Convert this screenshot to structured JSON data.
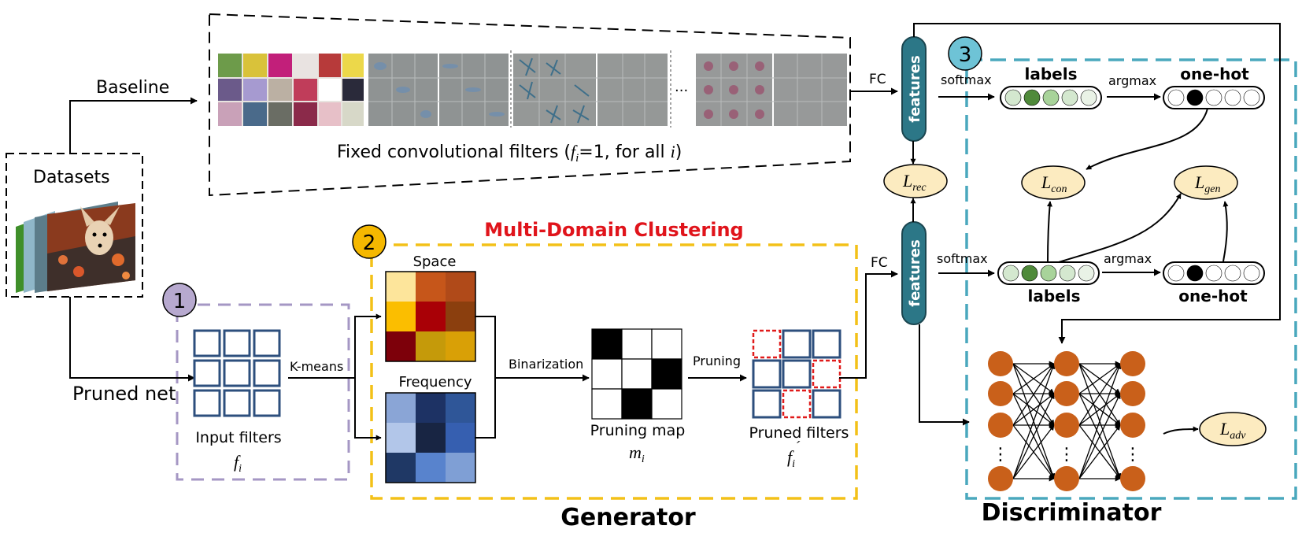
{
  "colors": {
    "purple_box": "#a597c4",
    "yellow_box": "#f3c118",
    "teal_box": "#4aa8bd",
    "badge_purple": "#b7a9cf",
    "badge_yellow": "#f5b800",
    "badge_teal": "#6ec3d6",
    "features_fill": "#2c7787",
    "loss_fill": "#fcebc0",
    "node_fill": "#c9601a",
    "title_red": "#e0141b",
    "filter_blue": "#2d4f7d",
    "pruned_red": "#e01b1b"
  },
  "icons": {
    "dataset_image": "dataset-photo-stack-icon",
    "baseline_filters": "filter-visualization-grid-icon"
  },
  "datasets": {
    "label": "Datasets"
  },
  "baseline": {
    "label": "Baseline"
  },
  "pruned_net": {
    "label": "Pruned net"
  },
  "fixed_filters": {
    "caption_pre": "Fixed convolutional filters (",
    "f": "f",
    "sub": "i",
    "eq": "=1, for all ",
    "i": "i",
    "caption_post": ")",
    "ellipsis": "···"
  },
  "badges": {
    "one": "1",
    "two": "2",
    "three": "3"
  },
  "multi_domain": {
    "title": "Multi-Domain Clustering"
  },
  "input_filters": {
    "label": "Input filters",
    "symbol": "f",
    "sub": "i"
  },
  "kmeans": {
    "label": "K-means"
  },
  "space": {
    "label": "Space",
    "cells": [
      "#fde59b",
      "#c6561a",
      "#b04a19",
      "#fbbe00",
      "#a90006",
      "#8b3f0e",
      "#7d000a",
      "#c59a0a",
      "#d9a006"
    ]
  },
  "frequency": {
    "label": "Frequency",
    "cells": [
      "#8aa5d6",
      "#1d3264",
      "#2f5698",
      "#b2c6e9",
      "#182543",
      "#365fb0",
      "#1f3865",
      "#5883cd",
      "#7f9fd5"
    ]
  },
  "binarization": {
    "label": "Binarization"
  },
  "pruning_map": {
    "label": "Pruning map",
    "symbol": "m",
    "sub": "i",
    "cells": [
      1,
      0,
      0,
      0,
      0,
      1,
      0,
      1,
      0
    ]
  },
  "pruning": {
    "label": "Pruning"
  },
  "pruned_filters": {
    "label": "Pruned filters",
    "symbol": "f",
    "sub": "i",
    "prime": "´",
    "pruned": [
      1,
      0,
      0,
      0,
      0,
      1,
      0,
      1,
      0
    ]
  },
  "fc_top": {
    "label": "FC"
  },
  "fc_bottom": {
    "label": "FC"
  },
  "features_top": {
    "label": "features"
  },
  "features_bottom": {
    "label": "features"
  },
  "softmax_top": {
    "label": "softmax"
  },
  "softmax_bottom": {
    "label": "softmax"
  },
  "argmax_top": {
    "label": "argmax"
  },
  "argmax_bottom": {
    "label": "argmax"
  },
  "labels_top": {
    "label": "labels",
    "beads": [
      "#d4e8cf",
      "#4f8a3a",
      "#a8d39a",
      "#d4e8cf",
      "#e9f2e6"
    ]
  },
  "labels_bottom": {
    "label": "labels",
    "beads": [
      "#d4e8cf",
      "#4f8a3a",
      "#a8d39a",
      "#d4e8cf",
      "#e9f2e6"
    ]
  },
  "onehot_top": {
    "label": "one-hot",
    "beads": [
      "#ffffff",
      "#000000",
      "#ffffff",
      "#ffffff",
      "#ffffff"
    ]
  },
  "onehot_bottom": {
    "label": "one-hot",
    "beads": [
      "#ffffff",
      "#000000",
      "#ffffff",
      "#ffffff",
      "#ffffff"
    ]
  },
  "losses": {
    "rec": {
      "L": "L",
      "sub": "rec"
    },
    "con": {
      "L": "L",
      "sub": "con"
    },
    "gen": {
      "L": "L",
      "sub": "gen"
    },
    "adv": {
      "L": "L",
      "sub": "adv"
    }
  },
  "discriminator_net": {
    "vdots": "⋮"
  },
  "sections": {
    "generator": "Generator",
    "discriminator": "Discriminator"
  }
}
